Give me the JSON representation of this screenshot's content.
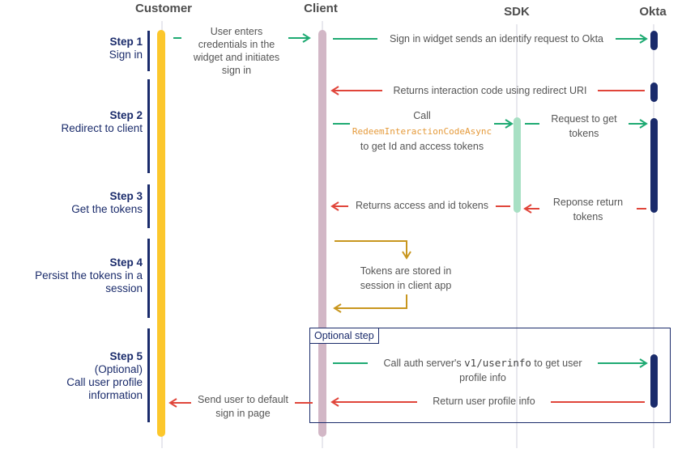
{
  "lanes": {
    "customer": "Customer",
    "client": "Client",
    "sdk": "SDK",
    "okta": "Okta"
  },
  "steps": [
    {
      "num": "Step 1",
      "lines": [
        "Sign in"
      ]
    },
    {
      "num": "Step 2",
      "lines": [
        "Redirect to client"
      ]
    },
    {
      "num": "Step 3",
      "lines": [
        "Get the tokens"
      ]
    },
    {
      "num": "Step 4",
      "lines": [
        "Persist the tokens in a",
        "session"
      ]
    },
    {
      "num": "Step 5",
      "lines": [
        "(Optional)",
        "Call user profile",
        "information"
      ]
    }
  ],
  "messages": {
    "m1": [
      "User enters",
      "credentials in the",
      "widget and initiates",
      "sign in"
    ],
    "m2": "Sign in widget sends an identify request to Okta",
    "m3": "Returns interaction code using redirect URI",
    "m4_a": "Call",
    "m4_code": "RedeemInteractionCodeAsync",
    "m4_b": "to get Id and access tokens",
    "m5": [
      "Request to get",
      "tokens"
    ],
    "m6": "Returns access and id tokens",
    "m7": [
      "Reponse return",
      "tokens"
    ],
    "m8": [
      "Tokens are stored in",
      "session in client app"
    ],
    "optional_label": "Optional step",
    "m9_a": "Call auth server's ",
    "m9_code": "v1/userinfo",
    "m9_b": " to get user",
    "m9_c": "profile info",
    "m10": "Return user profile info",
    "m11": [
      "Send user to default",
      "sign in page"
    ]
  },
  "colors": {
    "customer_bar": "#fcc72c",
    "client_bar": "#d2b7c6",
    "sdk_bar": "#a8e0c4",
    "okta_bar": "#1a2b6b",
    "request_arrow": "#1eaa72",
    "response_arrow": "#e0453a",
    "self_arrow": "#c8961e",
    "step_text": "#1a2b6b"
  }
}
